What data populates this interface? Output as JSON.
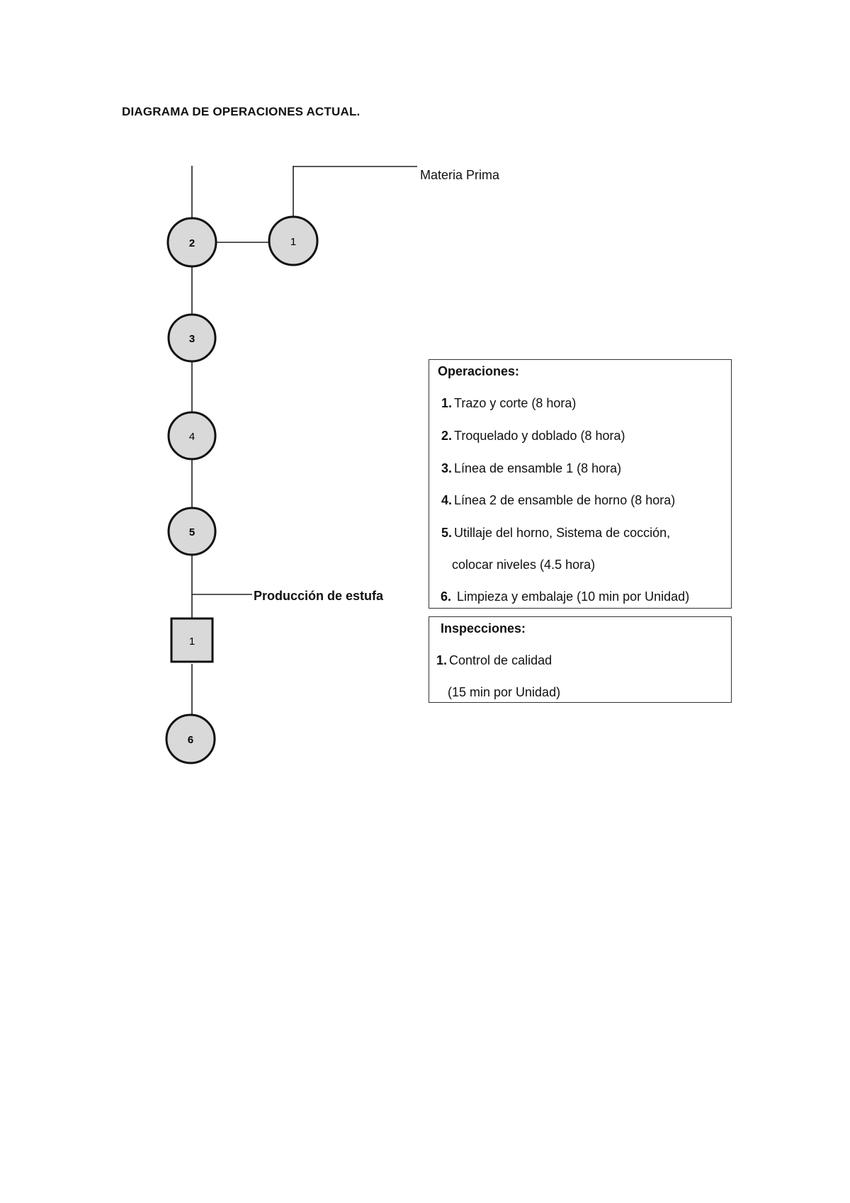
{
  "title": "DIAGRAMA DE OPERACIONES ACTUAL.",
  "labels": {
    "materia_prima": "Materia Prima",
    "produccion": "Producción de estufa"
  },
  "nodes": {
    "op1": "1",
    "op2": "2",
    "op3": "3",
    "op4": "4",
    "op5": "5",
    "op6": "6",
    "insp1": "1"
  },
  "colors": {
    "node_fill": "#d9d9d9",
    "stroke": "#222222"
  },
  "operaciones": {
    "header": "Operaciones:",
    "items": [
      {
        "num": "1.",
        "text": "Trazo y corte (8 hora)"
      },
      {
        "num": "2.",
        "text": "Troquelado y doblado (8 hora)"
      },
      {
        "num": "3.",
        "text": "Línea de ensamble 1 (8 hora)"
      },
      {
        "num": "4.",
        "text": "Línea 2 de ensamble de horno (8 hora)"
      },
      {
        "num": "5.",
        "text": "Utillaje del horno, Sistema de cocción,"
      },
      {
        "num": "",
        "text": "colocar niveles (4.5 hora)"
      },
      {
        "num": "6.",
        "text": "Limpieza y embalaje (10 min por Unidad)"
      }
    ]
  },
  "inspecciones": {
    "header": "Inspecciones:",
    "items": [
      {
        "num": "1.",
        "text": "Control de calidad"
      },
      {
        "num": "",
        "text": "(15 min por Unidad)"
      }
    ]
  }
}
